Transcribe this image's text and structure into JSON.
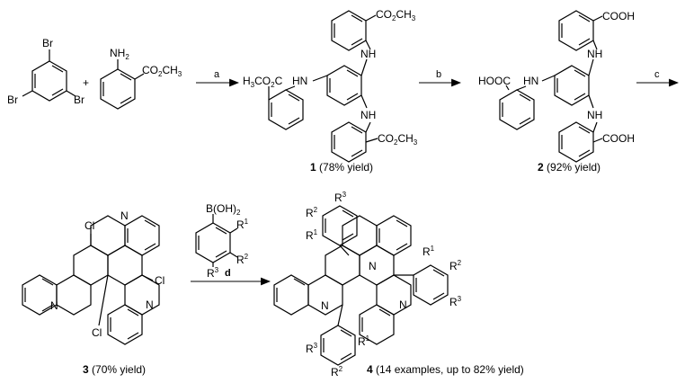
{
  "diagram": {
    "reagents": {
      "a": "a",
      "b": "b",
      "c": "c",
      "d": "d"
    },
    "start": {
      "tribromobenzene": {
        "br": "Br"
      },
      "plus": "+",
      "anthranilate": {
        "nh2": "NH",
        "nh2_sub": "2",
        "ester": "CO",
        "ester_sub1": "2",
        "ester_tail": "CH",
        "ester_sub2": "3"
      }
    },
    "compound1": {
      "number": "1",
      "yield": " (78% yield)",
      "ester_label": "CO",
      "ester_left": "H",
      "ester_left_sub": "3",
      "ester_left_tail": "CO",
      "ester_left_sub2": "2",
      "ester_left_c": "C",
      "nh": "NH",
      "hn": "HN"
    },
    "compound2": {
      "number": "2",
      "yield": " (92% yield)",
      "cooh": "COOH",
      "hooc": "HOOC",
      "nh": "NH",
      "hn": "HN"
    },
    "compound3": {
      "number": "3",
      "yield": " (70% yield)",
      "cl": "Cl",
      "n": "N"
    },
    "boronic": {
      "b": "B(OH)",
      "b_sub": "2",
      "r": "R",
      "sup1": "1",
      "sup2": "2",
      "sup3": "3"
    },
    "compound4": {
      "number": "4",
      "yield": " (14 examples, up to 82% yield)",
      "n": "N",
      "r": "R"
    }
  }
}
